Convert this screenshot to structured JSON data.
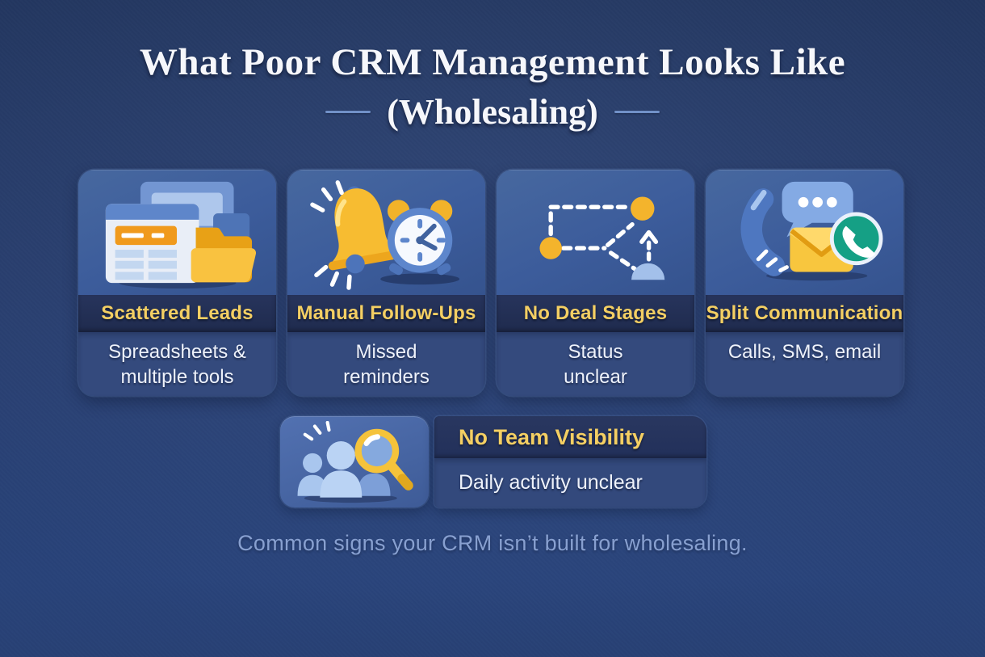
{
  "header": {
    "title_line1": "What Poor CRM Management Looks Like",
    "title_line2": "(Wholesaling)"
  },
  "cards": [
    {
      "icon": "spreadsheet-folder-icon",
      "title": "Scattered Leads",
      "subtitle_line1": "Spreadsheets &",
      "subtitle_line2": "multiple tools"
    },
    {
      "icon": "bell-alarm-clock-icon",
      "title": "Manual Follow-Ups",
      "subtitle_line1": "Missed",
      "subtitle_line2": "reminders"
    },
    {
      "icon": "dashed-deal-path-icon",
      "title": "No Deal Stages",
      "subtitle_line1": "Status",
      "subtitle_line2": "unclear"
    },
    {
      "icon": "phone-chat-email-whatsapp-icon",
      "title": "Split Communication",
      "subtitle_line1": "Calls, SMS, email",
      "subtitle_line2": ""
    }
  ],
  "banner": {
    "icon": "team-magnifier-icon",
    "title": "No Team Visibility",
    "subtitle": "Daily activity unclear"
  },
  "footer": {
    "caption": "Common signs your CRM isn’t built for wholesaling."
  },
  "colors": {
    "background_top": "#233966",
    "background_bottom": "#2d4a87",
    "card_icon_bg": "#3c5c9b",
    "title_band": "#222f55",
    "subtitle_band": "#344a7d",
    "accent_yellow": "#f4cf63",
    "icon_orange": "#f09a1d",
    "icon_gold": "#f8c23f",
    "whatsapp_teal": "#15a085",
    "text_white": "#eef2fb",
    "footer_text": "#90a8d8",
    "rule_blue": "#7191c8"
  }
}
